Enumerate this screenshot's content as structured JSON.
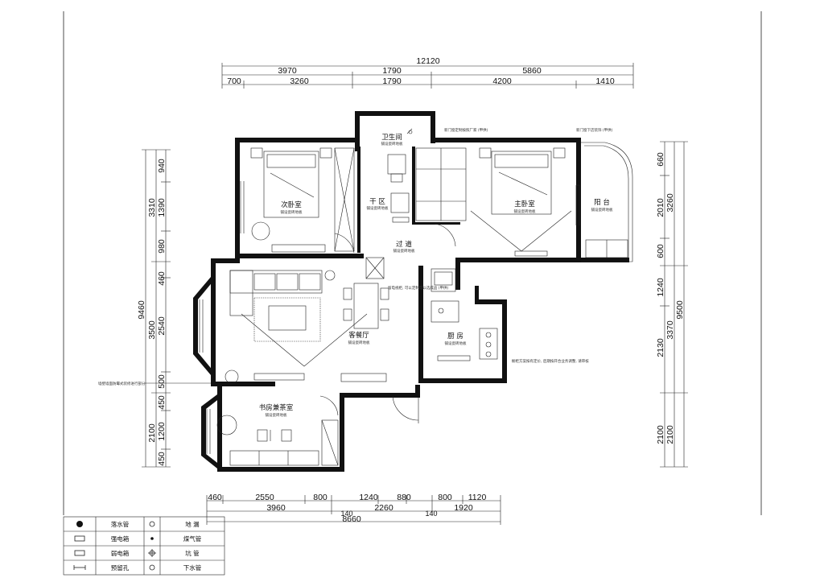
{
  "dimensions": {
    "top_total": "12120",
    "top_row1": [
      "3970",
      "1790",
      "5860"
    ],
    "top_row2": [
      "700",
      "3260",
      "1790",
      "4200",
      "1410"
    ],
    "bottom_row1": [
      "460",
      "2550",
      "800",
      "1240",
      "880",
      "800",
      "1120"
    ],
    "bottom_row2": [
      "3960",
      "140",
      "2260",
      "140",
      "1920"
    ],
    "bottom_total": "8660",
    "left_outer": "9460",
    "left_mid": [
      "3310",
      "3500",
      "2100"
    ],
    "left_inner": [
      "940",
      "1390",
      "980",
      "460",
      "2540",
      "500",
      "450",
      "1200",
      "450"
    ],
    "right_outer": "9500",
    "right_mid": [
      "3260",
      "3370",
      "2100"
    ],
    "right_inner": [
      "660",
      "2010",
      "600",
      "1240",
      "2130",
      "2100"
    ]
  },
  "rooms": {
    "bathroom": "卫生间",
    "second_bedroom": "次卧室",
    "dry_area": "干 区",
    "corridor": "过 道",
    "master_bedroom": "主卧室",
    "balcony": "阳 台",
    "living_dining": "客餐厅",
    "kitchen": "厨 房",
    "study": "书房兼茶室",
    "floor_note": "铺设瓷砖地板"
  },
  "notes": {
    "door_note_1": "新门窗定制按照厂家 (甲供)",
    "door_note_2": "新门窗下店装饰 (甲供)",
    "left_note": "墙壁墙面防霉式装修进行部分",
    "corridor_note": "留电视柜, 可以定制可以选成品 (甲供)",
    "kitchen_note": "橱柜方案按有定价, 后期按开合业务调整, 请审核"
  },
  "legend": [
    {
      "icon": "drain-pipe-icon",
      "label": "落水管"
    },
    {
      "icon": "floor-drain-icon",
      "label": "地 漏"
    },
    {
      "icon": "strong-box-icon",
      "label": "强电箱"
    },
    {
      "icon": "gas-pipe-icon",
      "label": "煤气管"
    },
    {
      "icon": "weak-box-icon",
      "label": "弱电箱"
    },
    {
      "icon": "pit-pipe-icon",
      "label": "坑 管"
    },
    {
      "icon": "reserved-hole-icon",
      "label": "预留孔"
    },
    {
      "icon": "down-pipe-icon",
      "label": "下水管"
    }
  ]
}
